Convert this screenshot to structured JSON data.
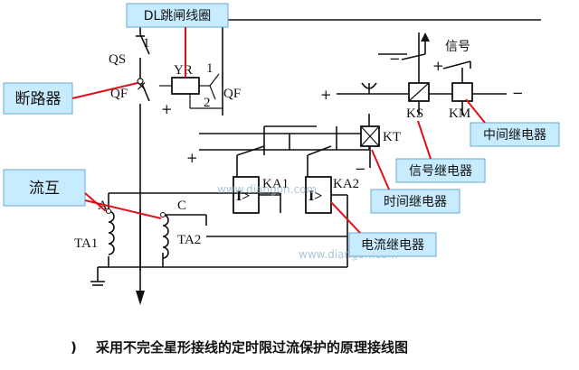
{
  "labels": {
    "qs": "QS",
    "qf_left": "QF",
    "yr": "YR",
    "qf_right": "QF",
    "num1_a": "1",
    "num1_b": "1",
    "num2": "2",
    "signal": "信号",
    "ks": "KS",
    "km": "KM",
    "kt": "KT",
    "ka1": "KA1",
    "ka2": "KA2",
    "relay_sym1": "I>",
    "relay_sym2": "I>",
    "phase_a": "A",
    "phase_c": "C",
    "ta1": "TA1",
    "ta2": "TA2",
    "x_mark": "×",
    "plus": "+",
    "minus": "−"
  },
  "callouts": {
    "dl_trip_coil": "DL跳闸线圈",
    "breaker": "断路器",
    "ct": "流互",
    "intermediate_relay": "中间继电器",
    "signal_relay": "信号继电器",
    "time_relay": "时间继电器",
    "current_relay": "电流继电器"
  },
  "watermark": "www.diangon.com",
  "caption": {
    "bracket": ")",
    "text": "采用不完全星形接线的定时限过流保护的原理接线图"
  },
  "colors": {
    "callout_fill": "#c8ecff",
    "callout_border": "#6aa8d8",
    "arrow": "#e0101a",
    "line": "#111111"
  }
}
